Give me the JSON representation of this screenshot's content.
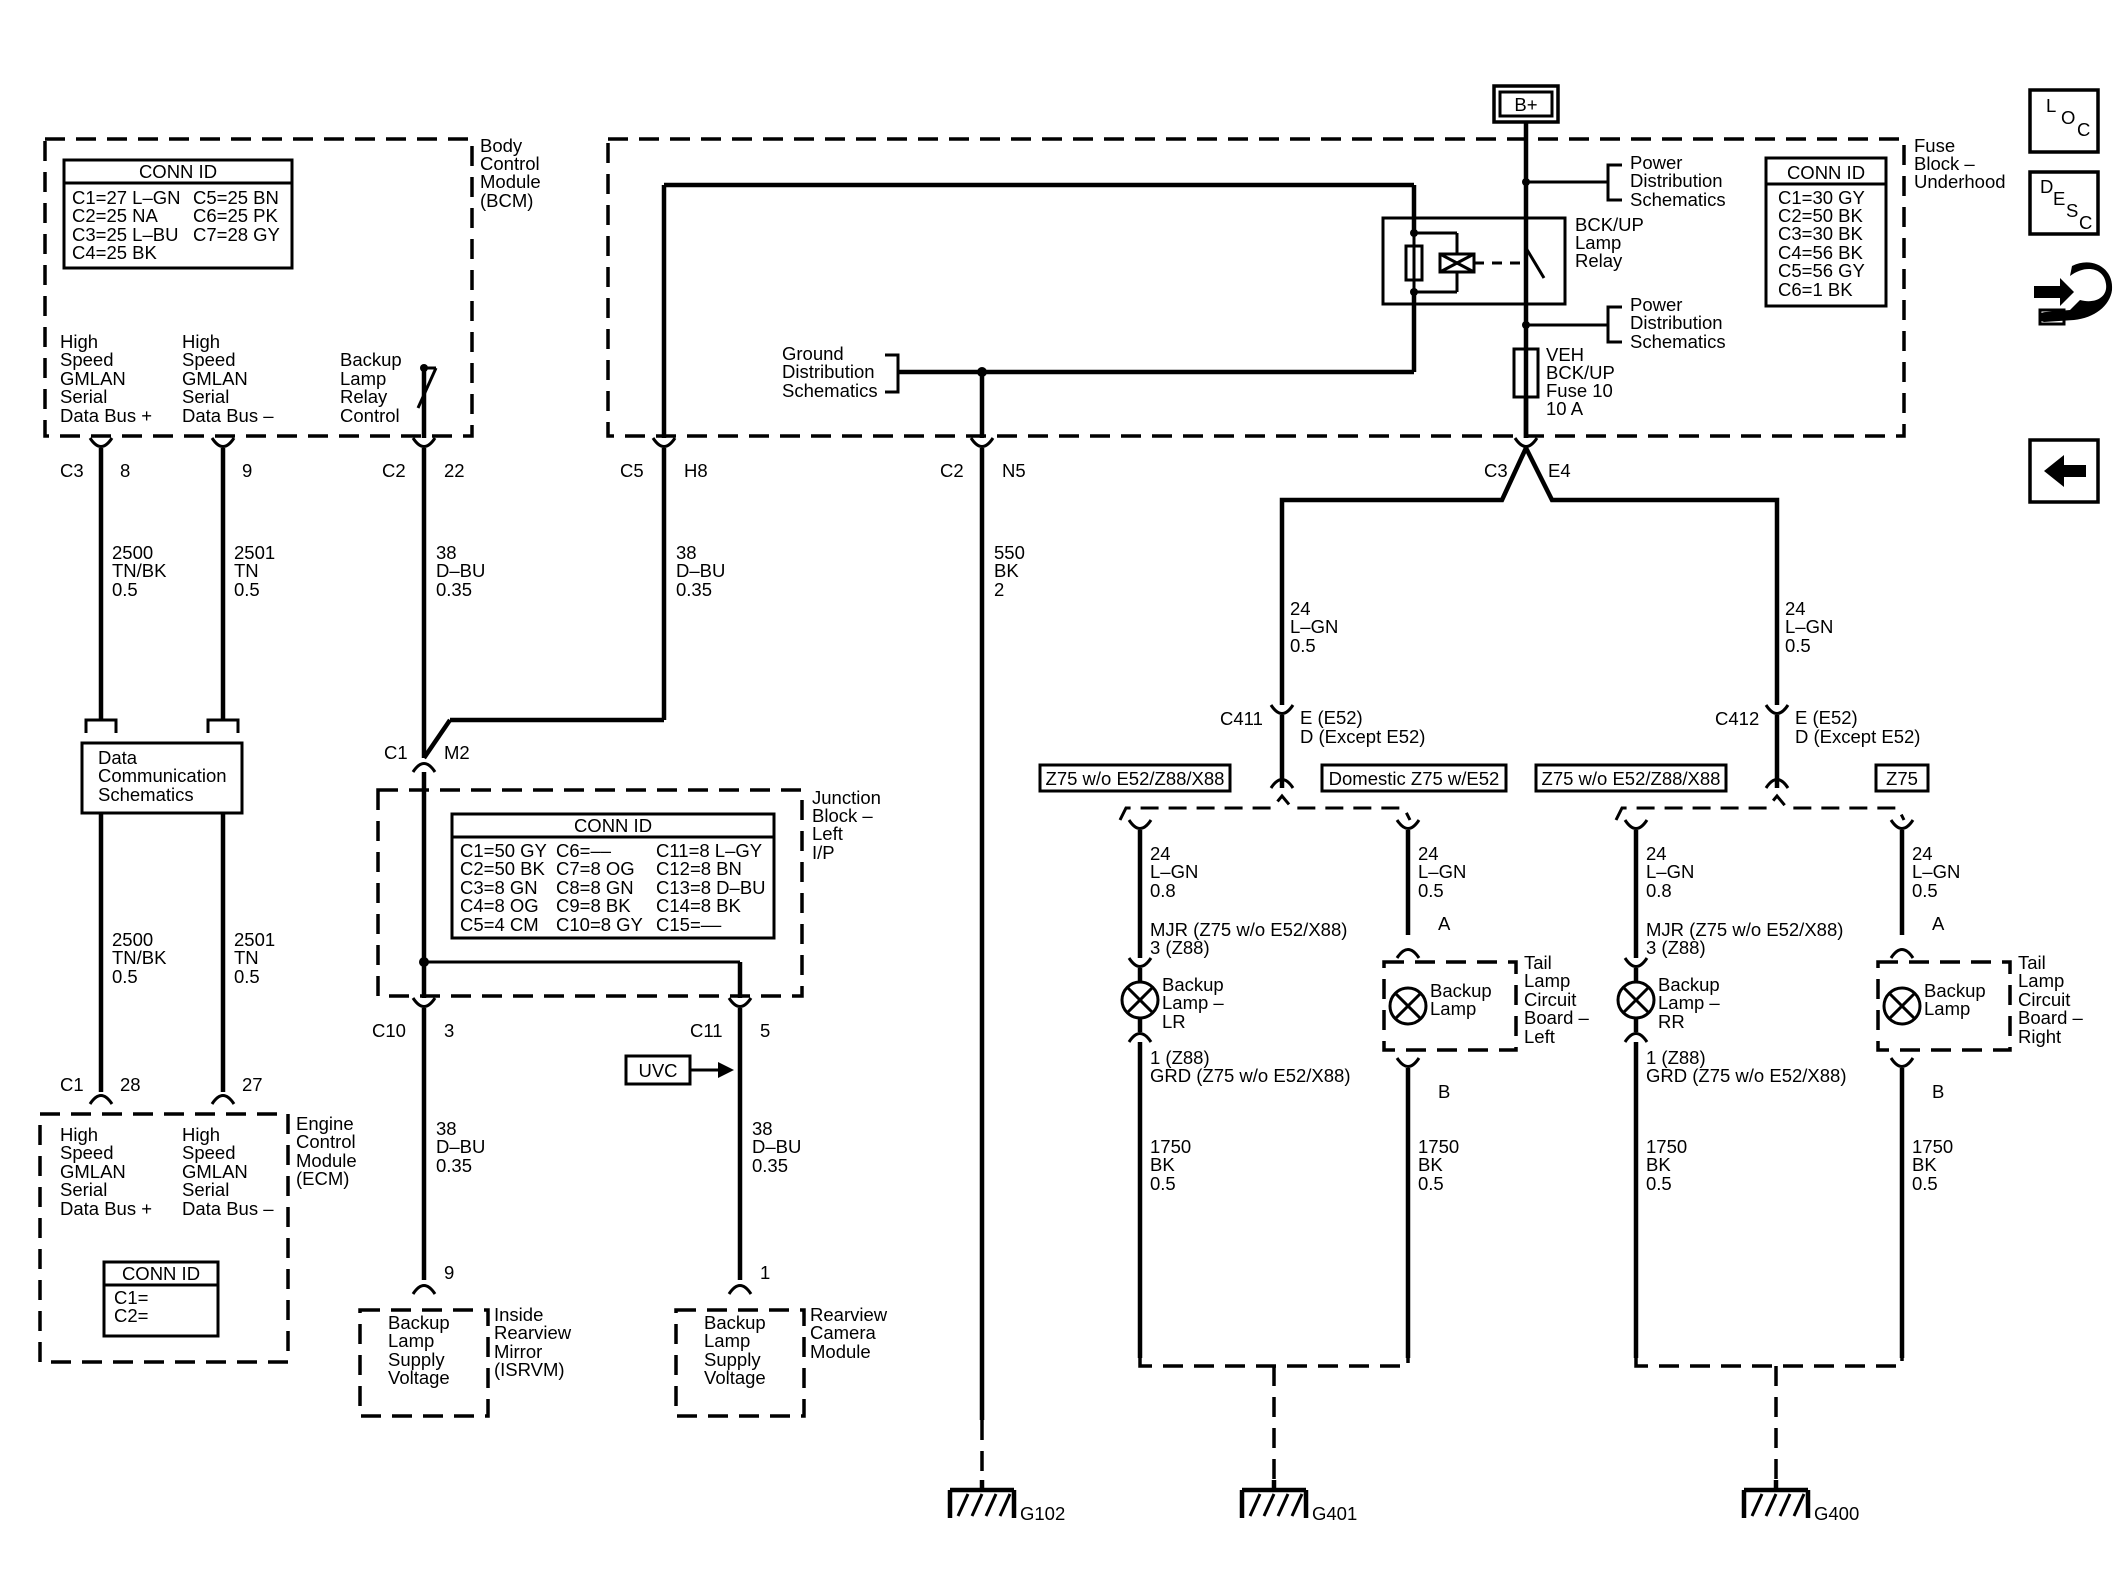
{
  "battery": "B+",
  "bcm": {
    "title": [
      "Body",
      "Control",
      "Module",
      "(BCM)"
    ],
    "conn_id_header": "CONN ID",
    "conn_id_col1": [
      "C1=27 L–GN",
      "C2=25 NA",
      "C3=25 L–BU",
      "C4=25 BK"
    ],
    "conn_id_col2": [
      "C5=25 BN",
      "C6=25 PK",
      "C7=28 GY"
    ],
    "hs_plus": [
      "High",
      "Speed",
      "GMLAN",
      "Serial",
      "Data Bus +"
    ],
    "hs_minus": [
      "High",
      "Speed",
      "GMLAN",
      "Serial",
      "Data Bus –"
    ],
    "relay_control": [
      "Backup",
      "Lamp",
      "Relay",
      "Control"
    ]
  },
  "fuse_block": {
    "title": [
      "Fuse",
      "Block –",
      "Underhood"
    ],
    "conn_id_header": "CONN ID",
    "conn_id": [
      "C1=30 GY",
      "C2=50 BK",
      "C3=30 BK",
      "C4=56 BK",
      "C5=56 GY",
      "C6=1 BK"
    ],
    "power_dist": [
      "Power",
      "Distribution",
      "Schematics"
    ],
    "relay": [
      "BCK/UP",
      "Lamp",
      "Relay"
    ],
    "fuse": [
      "VEH",
      "BCK/UP",
      "Fuse 10",
      "10 A"
    ],
    "ground_dist": [
      "Ground",
      "Distribution",
      "Schematics"
    ]
  },
  "pins": {
    "bcm_c3": "C3",
    "bcm_c3_pin": "8",
    "bcm_9": "9",
    "bcm_c2": "C2",
    "bcm_c2_pin": "22",
    "fb_c5": "C5",
    "fb_h8": "H8",
    "fb_c2": "C2",
    "fb_n5": "N5",
    "fb_c3": "C3",
    "fb_e4": "E4",
    "jb_c1": "C1",
    "jb_m2": "M2",
    "jb_c10": "C10",
    "jb_c10_pin": "3",
    "jb_c11": "C11",
    "jb_c11_pin": "5",
    "ecm_c1": "C1",
    "ecm_28": "28",
    "ecm_27": "27",
    "isrvm_pin": "9",
    "cam_pin": "1",
    "c411": "C411",
    "c412": "C412",
    "e_e52": "E (E52)",
    "d_except": "D (Except E52)",
    "pin_a": "A",
    "pin_b": "B"
  },
  "wires": {
    "w2500": [
      "2500",
      "TN/BK",
      "0.5"
    ],
    "w2501": [
      "2501",
      "TN",
      "0.5"
    ],
    "w38a": [
      "38",
      "D–BU",
      "0.35"
    ],
    "w38b": [
      "38",
      "D–BU",
      "0.35"
    ],
    "w550": [
      "550",
      "BK",
      "2"
    ],
    "w24": [
      "24",
      "L–GN",
      "0.5"
    ],
    "w24_08": [
      "24",
      "L–GN",
      "0.8"
    ],
    "w1750": [
      "1750",
      "BK",
      "0.5"
    ]
  },
  "data_comm": [
    "Data",
    "Communication",
    "Schematics"
  ],
  "junction_block": {
    "title": [
      "Junction",
      "Block –",
      "Left",
      "I/P"
    ],
    "conn_id_header": "CONN ID",
    "col1": [
      "C1=50 GY",
      "C2=50 BK",
      "C3=8 GN",
      "C4=8 OG",
      "C5=4 CM"
    ],
    "col2": [
      "C6=––",
      "C7=8 OG",
      "C8=8 GN",
      "C9=8 BK",
      "C10=8 GY"
    ],
    "col3": [
      "C11=8 L–GY",
      "C12=8 BN",
      "C13=8 D–BU",
      "C14=8 BK",
      "C15=––"
    ]
  },
  "uvc": "UVC",
  "ecm": {
    "title": [
      "Engine",
      "Control",
      "Module",
      "(ECM)"
    ],
    "conn_id_header": "CONN ID",
    "conn_id": [
      "C1=",
      "C2="
    ]
  },
  "isrvm": {
    "box": [
      "Backup",
      "Lamp",
      "Supply",
      "Voltage"
    ],
    "title": [
      "Inside",
      "Rearview",
      "Mirror",
      "(ISRVM)"
    ]
  },
  "camera": {
    "box": [
      "Backup",
      "Lamp",
      "Supply",
      "Voltage"
    ],
    "title": [
      "Rearview",
      "Camera",
      "Module"
    ]
  },
  "options": {
    "z75_wo": "Z75 w/o E52/Z88/X88",
    "domestic": "Domestic Z75 w/E52",
    "z75": "Z75"
  },
  "lamps": {
    "mjr": [
      "MJR (Z75 w/o E52/X88)",
      "3 (Z88)"
    ],
    "grd": [
      "1 (Z88)",
      "GRD (Z75 w/o E52/X88)"
    ],
    "backup_lr": [
      "Backup",
      "Lamp –",
      "LR"
    ],
    "backup_rr": [
      "Backup",
      "Lamp –",
      "RR"
    ],
    "backup_lamp": [
      "Backup",
      "Lamp"
    ],
    "tail_left": [
      "Tail",
      "Lamp",
      "Circuit",
      "Board –",
      "Left"
    ],
    "tail_right": [
      "Tail",
      "Lamp",
      "Circuit",
      "Board –",
      "Right"
    ]
  },
  "grounds": {
    "g102": "G102",
    "g401": "G401",
    "g400": "G400"
  },
  "nav": {
    "loc": [
      "L",
      "O",
      "C"
    ],
    "desc": [
      "D",
      "E",
      "S",
      "C"
    ]
  }
}
